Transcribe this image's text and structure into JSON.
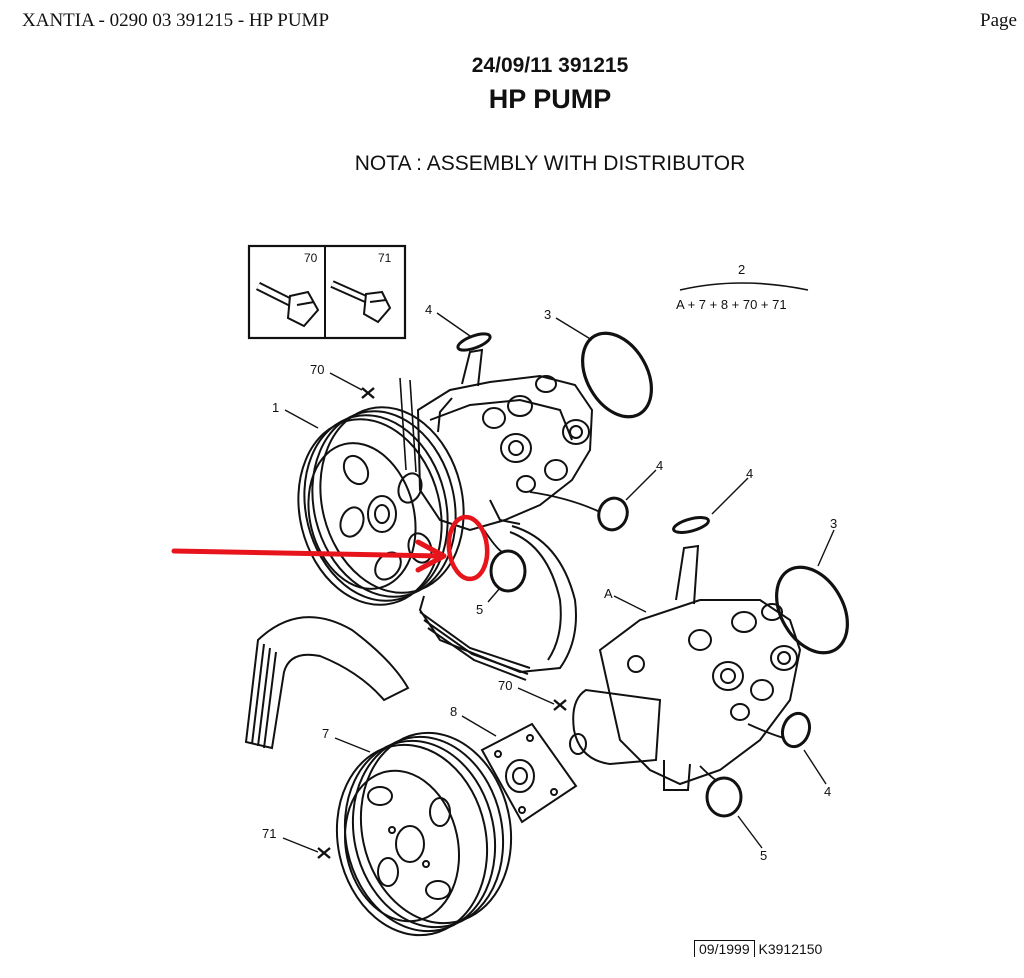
{
  "header": {
    "left": "XANTIA - 0290 03 391215 - HP PUMP",
    "right": "Page"
  },
  "title": {
    "code": "24/09/11 391215",
    "name": "HP PUMP",
    "note": "NOTA : ASSEMBLY WITH DISTRIBUTOR"
  },
  "legend": {
    "number": "2",
    "formula": "A + 7 + 8 + 70 + 71"
  },
  "inset": {
    "left": "70",
    "right": "71"
  },
  "callouts": {
    "c1": "1",
    "c3a": "3",
    "c3b": "3",
    "c4a": "4",
    "c4b": "4",
    "c4c": "4",
    "c4d": "4",
    "c5a": "5",
    "c5b": "5",
    "c7": "7",
    "c8": "8",
    "c70a": "70",
    "c70b": "70",
    "c71": "71",
    "cA": "A"
  },
  "footer": {
    "date": "09/1999",
    "ref": "K3912150"
  },
  "colors": {
    "ink": "#111111",
    "highlight": "#e8141c"
  }
}
